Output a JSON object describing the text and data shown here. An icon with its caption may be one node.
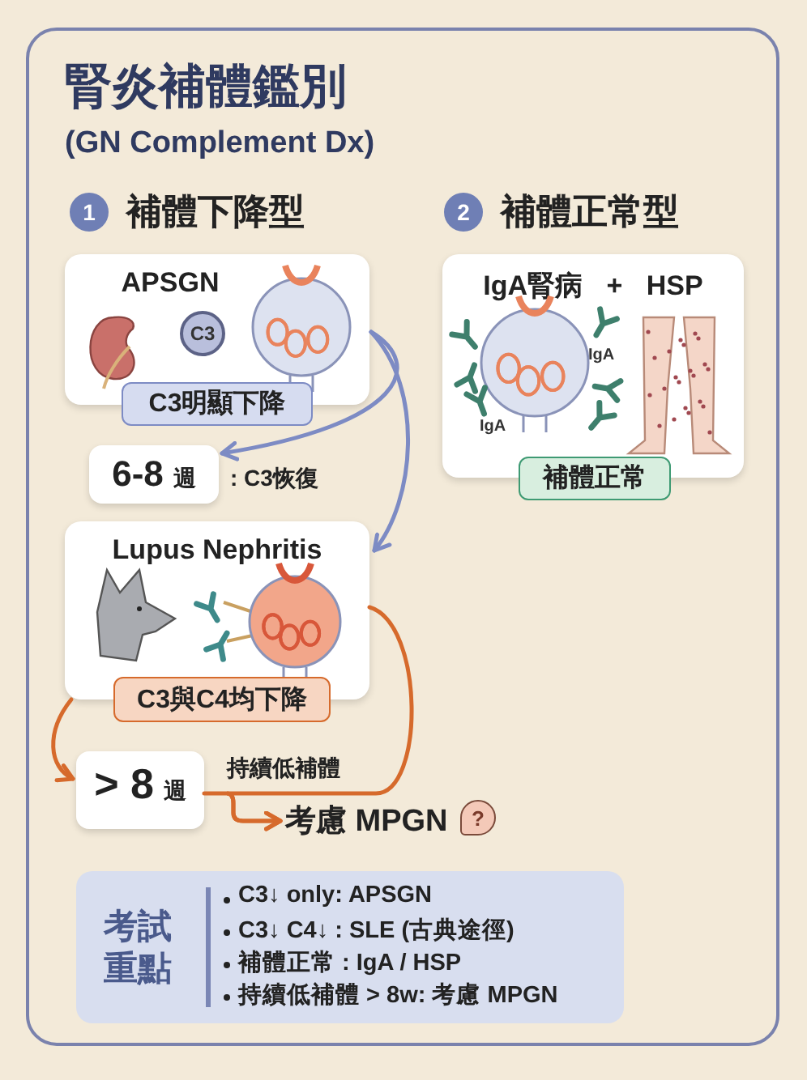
{
  "diagram": {
    "title": "腎炎補體鑑別",
    "nodes": [
      {
        "text": [
          "APSGN"
        ]
      },
      {
        "text": [
          "C3明顯下降"
        ]
      },
      {
        "text": [
          "6-8",
          "週"
        ],
        "beside": [
          ": C3恢復"
        ]
      },
      {
        "text": [
          "IgA腎病 + HSP"
        ]
      },
      {
        "text": [
          "補體正常"
        ]
      },
      {
        "text": [
          "Lupus Nephritis"
        ]
      },
      {
        "text": [
          "C3與C4均下降"
        ]
      },
      {
        "text": [
          "> 8",
          "週"
        ]
      },
      {
        "text": [
          "考慮 MPGN"
        ]
      },
      {
        "text": [
          "考試重點",
          "C3↓ only: APSGN",
          "C3↓ C4↓ : SLE (古典途徑)",
          "補體正常 : IgA / HSP",
          "持續低補體 > 8w: 考慮 MPGN"
        ]
      }
    ],
    "edges": [
      {
        "from": 0,
        "to": 2,
        "arrow": "to",
        "color": "#7d8bc4"
      },
      {
        "from": 0,
        "to": 5,
        "arrow": "to",
        "color": "#7d8bc4"
      },
      {
        "from": 5,
        "to": 7,
        "arrow": "to",
        "color": "#d66a2c"
      },
      {
        "from": 7,
        "to": 8,
        "arrow": "to",
        "label": "持續低補體",
        "color": "#d66a2c"
      },
      {
        "from": 5,
        "to": 8,
        "arrow": "to",
        "color": "#d66a2c"
      }
    ],
    "labels": [
      "(GN Complement Dx)",
      "1",
      "補體下降型",
      "2",
      "補體正常型",
      "C3",
      "IgA",
      "IgA",
      "?"
    ]
  }
}
